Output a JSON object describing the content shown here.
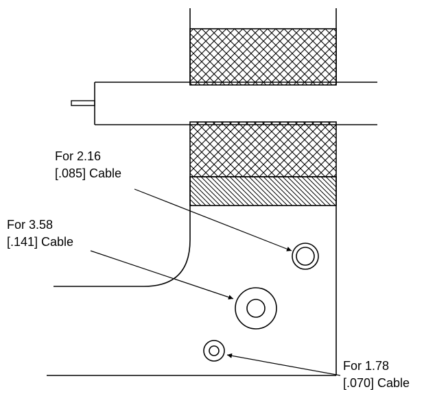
{
  "labels": {
    "cable_216": {
      "line1": "For 2.16",
      "line2": "[.085] Cable"
    },
    "cable_358": {
      "line1": "For 3.58",
      "line2": "[.141] Cable"
    },
    "cable_178": {
      "line1": "For 1.78",
      "line2": "[.070] Cable"
    }
  },
  "colors": {
    "line": "#000000",
    "background": "#ffffff"
  },
  "icons": [
    "crosshatch-pattern",
    "diagonal-hatch-pattern",
    "arrowhead"
  ]
}
